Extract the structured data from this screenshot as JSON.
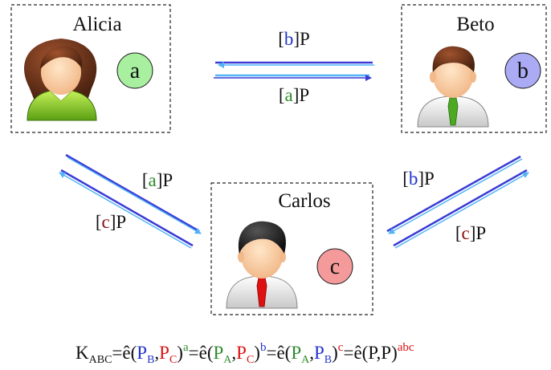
{
  "parties": {
    "alicia": {
      "name": "Alicia",
      "secret": "a"
    },
    "beto": {
      "name": "Beto",
      "secret": "b"
    },
    "carlos": {
      "name": "Carlos",
      "secret": "c"
    }
  },
  "messages": {
    "beto_to_alicia": {
      "bracket_left": "[",
      "var": "b",
      "bracket_right": "]P"
    },
    "alicia_to_beto": {
      "bracket_left": "[",
      "var": "a",
      "bracket_right": "]P"
    },
    "alicia_to_carlos": {
      "bracket_left": "[",
      "var": "a",
      "bracket_right": "]P"
    },
    "carlos_to_alicia": {
      "bracket_left": "[",
      "var": "c",
      "bracket_right": "]P"
    },
    "beto_to_carlos": {
      "bracket_left": "[",
      "var": "b",
      "bracket_right": "]P"
    },
    "carlos_to_beto": {
      "bracket_left": "[",
      "var": "c",
      "bracket_right": "]P"
    }
  },
  "formula": {
    "k": "K",
    "k_sub": "ABC",
    "eq1": "=ê(",
    "p1": "P",
    "p1_sub": "B",
    "comma1": ",",
    "p2": "P",
    "p2_sub": "C",
    "close1": ")",
    "exp1": "a",
    "eq2": "=ê(",
    "p3": "P",
    "p3_sub": "A",
    "comma2": ",",
    "p4": "P",
    "p4_sub": "C",
    "close2": ")",
    "exp2": "b",
    "eq3": "=ê(",
    "p5": "P",
    "p5_sub": "A",
    "comma3": ",",
    "p6": "P",
    "p6_sub": "B",
    "close3": ")",
    "exp3": "c",
    "eq4": "=ê(P,P)",
    "exp4": "abc"
  },
  "colors": {
    "a": "#2e8b2e",
    "b": "#2233cc",
    "c": "#8b1010",
    "a_circle": "#a8f0a0",
    "b_circle": "#aaaaf5",
    "c_circle": "#f59a9a",
    "arrow_dark": "#3b3bd6",
    "arrow_light": "#52b3f5",
    "red": "#dd1111"
  }
}
